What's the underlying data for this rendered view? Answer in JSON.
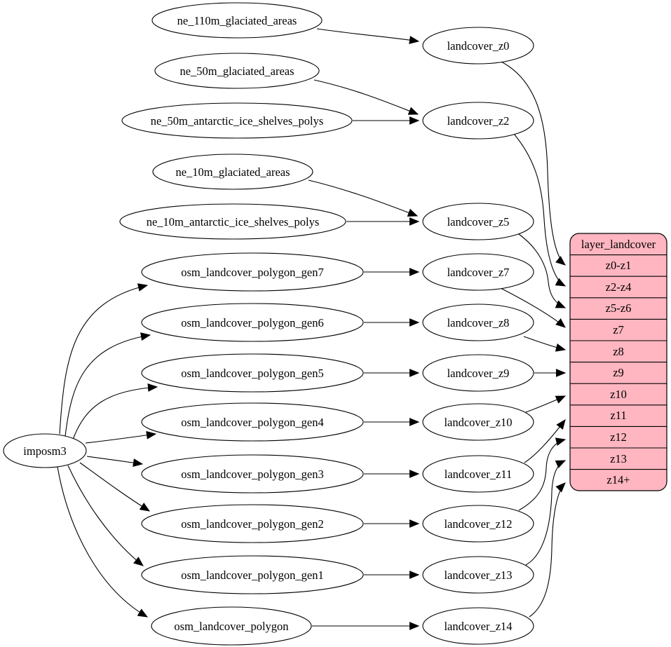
{
  "diagram": {
    "background": "#ffffff",
    "node_fill": "#ffffff",
    "stroke": "#000000",
    "table_fill": "#ffb6c1"
  },
  "root": {
    "label": "imposm3"
  },
  "sources": [
    {
      "label": "ne_110m_glaciated_areas"
    },
    {
      "label": "ne_50m_glaciated_areas"
    },
    {
      "label": "ne_50m_antarctic_ice_shelves_polys"
    },
    {
      "label": "ne_10m_glaciated_areas"
    },
    {
      "label": "ne_10m_antarctic_ice_shelves_polys"
    },
    {
      "label": "osm_landcover_polygon_gen7"
    },
    {
      "label": "osm_landcover_polygon_gen6"
    },
    {
      "label": "osm_landcover_polygon_gen5"
    },
    {
      "label": "osm_landcover_polygon_gen4"
    },
    {
      "label": "osm_landcover_polygon_gen3"
    },
    {
      "label": "osm_landcover_polygon_gen2"
    },
    {
      "label": "osm_landcover_polygon_gen1"
    },
    {
      "label": "osm_landcover_polygon"
    }
  ],
  "transforms": [
    {
      "label": "landcover_z0"
    },
    {
      "label": "landcover_z2"
    },
    {
      "label": "landcover_z5"
    },
    {
      "label": "landcover_z7"
    },
    {
      "label": "landcover_z8"
    },
    {
      "label": "landcover_z9"
    },
    {
      "label": "landcover_z10"
    },
    {
      "label": "landcover_z11"
    },
    {
      "label": "landcover_z12"
    },
    {
      "label": "landcover_z13"
    },
    {
      "label": "landcover_z14"
    }
  ],
  "table": {
    "title": "layer_landcover",
    "rows": [
      {
        "label": "z0-z1"
      },
      {
        "label": "z2-z4"
      },
      {
        "label": "z5-z6"
      },
      {
        "label": "z7"
      },
      {
        "label": "z8"
      },
      {
        "label": "z9"
      },
      {
        "label": "z10"
      },
      {
        "label": "z11"
      },
      {
        "label": "z12"
      },
      {
        "label": "z13"
      },
      {
        "label": "z14+"
      }
    ]
  }
}
